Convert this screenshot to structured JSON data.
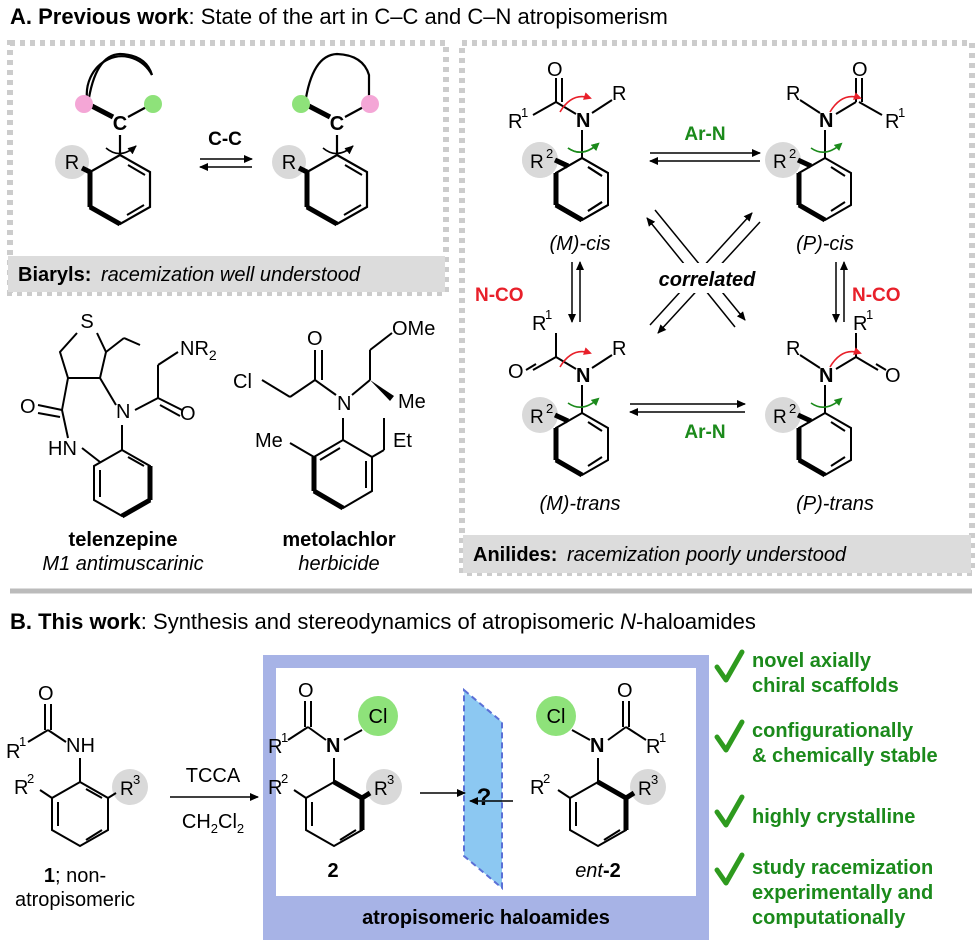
{
  "section_a": {
    "letter": "A. Previous work",
    "rest": ": State of the art in C–C and C–N atropisomerism"
  },
  "biaryl": {
    "label_bold": "Biaryls:",
    "label_italic": "racemization well understood",
    "center_atom": "C",
    "sub_r": "R",
    "arrow_label": "C-C"
  },
  "telenzepine": {
    "name": "telenzepine",
    "desc": "M1 antimuscarinic",
    "atoms": {
      "s": "S",
      "n": "N",
      "o": "O",
      "nh": "HN",
      "nr2": "NR",
      "nr2_sub": "2"
    }
  },
  "metolachlor": {
    "name": "metolachlor",
    "desc": "herbicide",
    "atoms": {
      "cl": "Cl",
      "o": "O",
      "n": "N",
      "ome": "OMe",
      "me1": "Me",
      "me2": "Me",
      "et": "Et"
    }
  },
  "anilides": {
    "label_bold": "Anilides:",
    "label_italic": "racemization poorly understood",
    "correlated": "correlated",
    "arn_top": "Ar-N",
    "arn_bottom": "Ar-N",
    "nco_left": "N-CO",
    "nco_right": "N-CO",
    "m_cis": "(M)-cis",
    "p_cis": "(P)-cis",
    "m_trans": "(M)-trans",
    "p_trans": "(P)-trans",
    "atoms": {
      "o": "O",
      "n": "N",
      "r": "R",
      "r1": "R",
      "r1_sup": "1",
      "r2": "R",
      "r2_sup": "2"
    }
  },
  "section_b": {
    "letter": "B. This work",
    "rest": ": Synthesis and stereodynamics of atropisomeric ",
    "italic": "N",
    "rest2": "-haloamides"
  },
  "reaction": {
    "reagent_top": "TCCA",
    "reagent_bottom": "CH",
    "reagent_bottom_sub": "2",
    "reagent_bottom_end": "Cl",
    "reagent_bottom_sub2": "2",
    "sm_number": "1",
    "sm_desc1": "; non-",
    "sm_desc2": "atropisomeric",
    "nh": "NH",
    "cl": "Cl",
    "question": "?",
    "prod_number": "2",
    "ent_prefix": "ent",
    "ent_number": "-2",
    "box_label": "atropisomeric haloamides",
    "atoms": {
      "o": "O",
      "n": "N",
      "r": "R",
      "s1": "1",
      "s2": "2",
      "s3": "3"
    }
  },
  "benefits": [
    {
      "line1": "novel axially",
      "line2": "chiral scaffolds"
    },
    {
      "line1": "configurationally",
      "line2": "& chemically stable"
    },
    {
      "line1": "highly crystalline",
      "line2": ""
    },
    {
      "line1": "study racemization",
      "line2": "experimentally and",
      "line3": "computationally"
    }
  ],
  "colors": {
    "red": "#e8202a",
    "green": "#1b8a1b",
    "pink": "#f4a6d6",
    "lightgreen": "#8ee27a",
    "gray_circle": "#d9d9d9",
    "label_bg": "#dcdcdc",
    "box_blue": "#a7b3e6",
    "plane_blue": "#8cc8f2",
    "plane_edge": "#5a6fd6",
    "check_green": "#2e9a1e"
  }
}
